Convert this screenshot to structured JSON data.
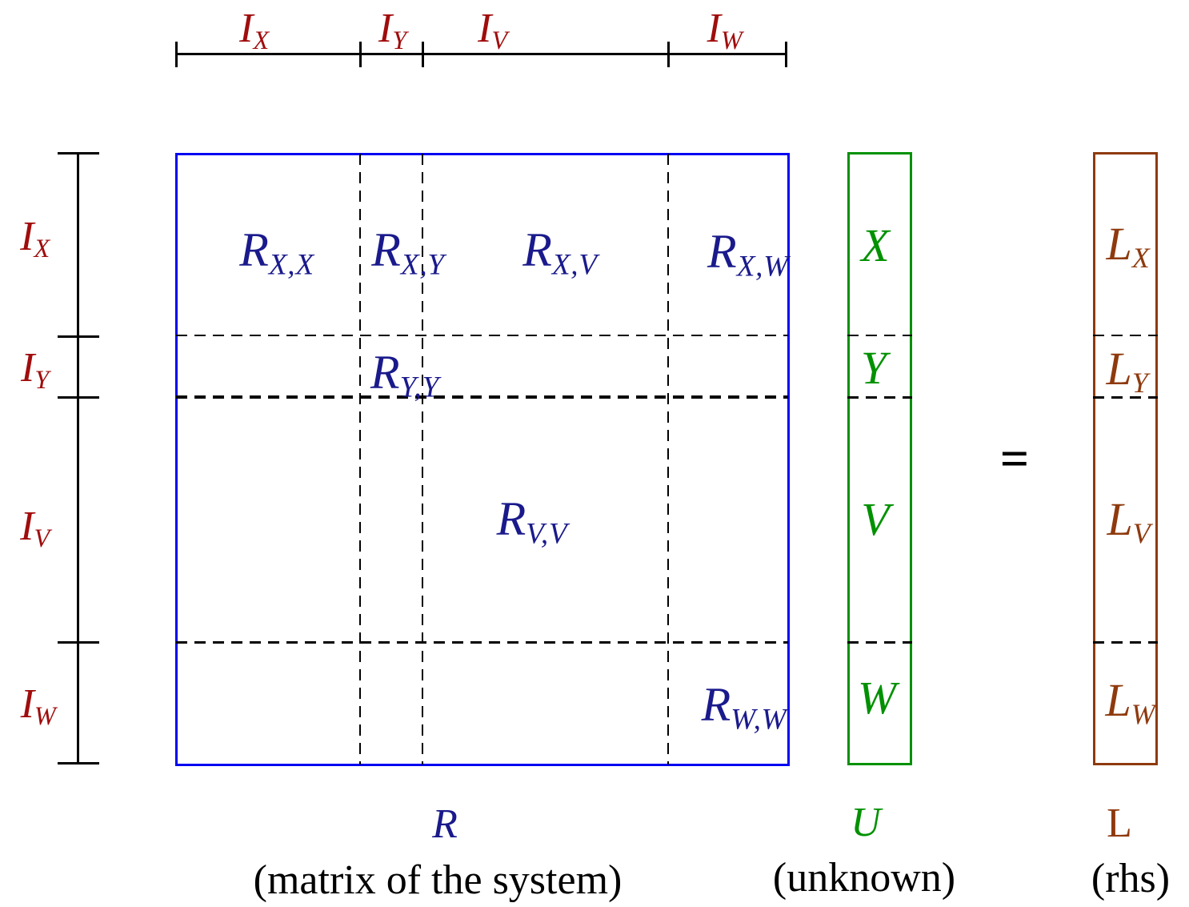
{
  "colors": {
    "index_label_red": "#a00d0d",
    "matrix_border_blue": "#0202f2",
    "matrix_label_navy": "#1a1a8c",
    "unknown_green": "#009100",
    "rhs_brown": "#8e3a0e",
    "line_black": "#000000"
  },
  "rulers": {
    "top": [
      {
        "main": "I",
        "sub": "X"
      },
      {
        "main": "I",
        "sub": "Y"
      },
      {
        "main": "I",
        "sub": "V"
      },
      {
        "main": "I",
        "sub": "W"
      }
    ],
    "left": [
      {
        "main": "I",
        "sub": "X"
      },
      {
        "main": "I",
        "sub": "Y"
      },
      {
        "main": "I",
        "sub": "V"
      },
      {
        "main": "I",
        "sub": "W"
      }
    ]
  },
  "matrix": {
    "blocks": [
      {
        "main": "R",
        "sub": "X,X"
      },
      {
        "main": "R",
        "sub": "X,Y"
      },
      {
        "main": "R",
        "sub": "X,V"
      },
      {
        "main": "R",
        "sub": "X,W"
      },
      {
        "main": "R",
        "sub": "Y,Y"
      },
      {
        "main": "R",
        "sub": "V,V"
      },
      {
        "main": "R",
        "sub": "W,W"
      }
    ],
    "symbol": "R",
    "caption": "(matrix of the system)"
  },
  "unknown": {
    "entries": [
      "X",
      "Y",
      "V",
      "W"
    ],
    "symbol": "U",
    "caption": "(unknown)"
  },
  "equation": {
    "equals": "="
  },
  "rhs": {
    "entries": [
      {
        "main": "L",
        "sub": "X"
      },
      {
        "main": "L",
        "sub": "Y"
      },
      {
        "main": "L",
        "sub": "V"
      },
      {
        "main": "L",
        "sub": "W"
      }
    ],
    "symbol": "L",
    "caption": "(rhs)"
  }
}
